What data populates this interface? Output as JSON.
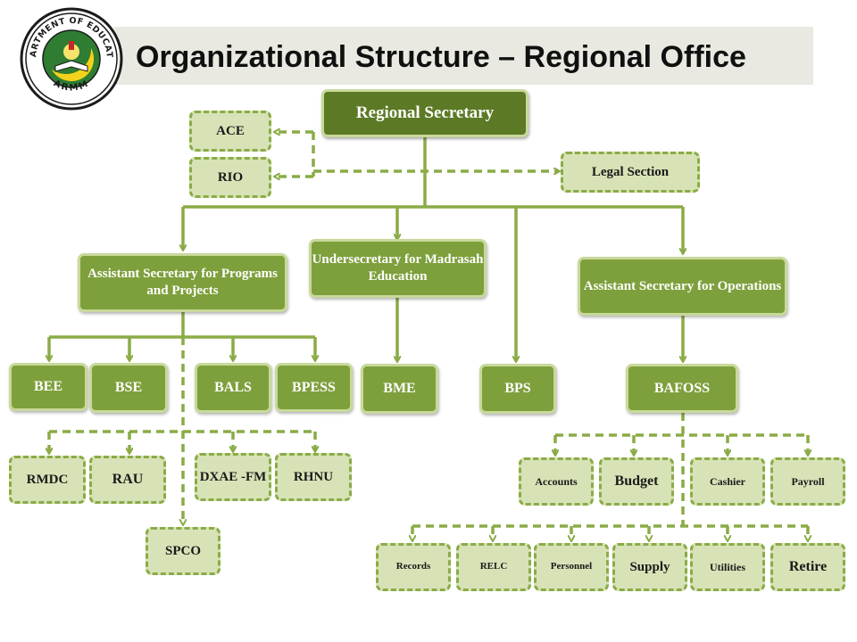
{
  "title": "Organizational Structure – Regional Office",
  "logo": {
    "icon": "department-of-education-seal",
    "top_text": "DEPARTMENT OF EDUCATION",
    "bottom_text": "ARMM"
  },
  "colors": {
    "dark_green": "#5c7a25",
    "medium_green": "#7ea03c",
    "light_green": "#d7e3b6",
    "line_green": "#8aab46",
    "title_bar": "#e9e9e1"
  },
  "nodes": {
    "regional_secretary": "Regional Secretary",
    "ace": "ACE",
    "rio": "RIO",
    "legal_section": "Legal Section",
    "asst_sec_programs": "Assistant Secretary for Programs and Projects",
    "undersec_madrasah": "Undersecretary for Madrasah Education",
    "asst_sec_operations": "Assistant Secretary for Operations",
    "bee": "BEE",
    "bse": "BSE",
    "bals": "BALS",
    "bpess": "BPESS",
    "bme": "BME",
    "bps": "BPS",
    "bafoss": "BAFOSS",
    "rmdc": "RMDC",
    "rau": "RAU",
    "dxae_fm": "DXAE -FM",
    "rhnu": "RHNU",
    "spco": "SPCO",
    "accounts": "Accounts",
    "budget": "Budget",
    "cashier": "Cashier",
    "payroll": "Payroll",
    "records": "Records",
    "relc": "RELC",
    "personnel": "Personnel",
    "supply": "Supply",
    "utilities": "Utilities",
    "retire": "Retire"
  }
}
